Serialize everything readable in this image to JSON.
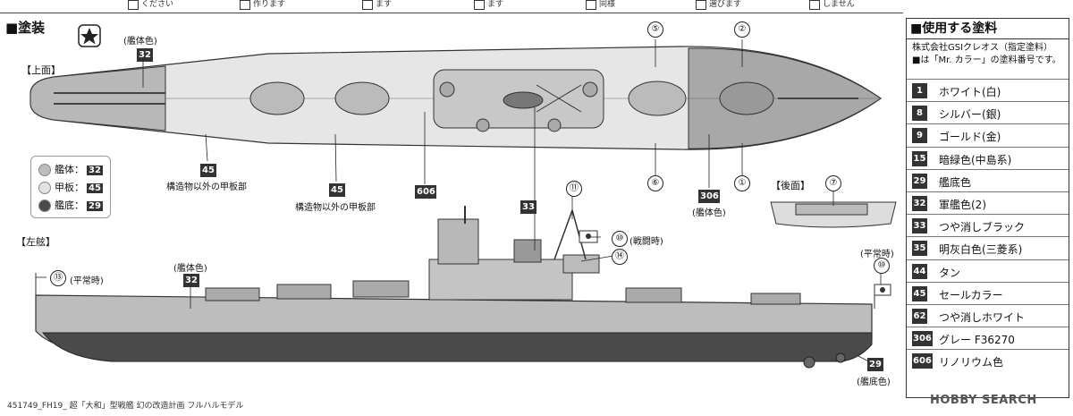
{
  "top_strip": [
    "ください",
    "作ります",
    "ます",
    "ます",
    "同様",
    "選びます",
    "しません"
  ],
  "section_title": "■塗装",
  "views": {
    "top": "【上面】",
    "rear": "【後面】",
    "port": "【左舷】"
  },
  "labels": {
    "hull_color": "(艦体色)",
    "hull_color_2": "(艦体色)",
    "hull_color_3": "(艦体色)",
    "deck_excl_1": "構造物以外の甲板部",
    "deck_excl_2": "構造物以外の甲板部",
    "wartime": "(戦闘時)",
    "peacetime_13": "(平常時)",
    "peacetime_10": "(平常時)",
    "bottom_color": "(艦底色)"
  },
  "codes": {
    "c32_top": "32",
    "c45_a": "45",
    "c45_b": "45",
    "c606": "606",
    "c33": "33",
    "c306": "306",
    "c32_port": "32",
    "c29": "29"
  },
  "circled": {
    "n5": "⑤",
    "n2": "②",
    "n6": "⑥",
    "n1": "①",
    "n7": "⑦",
    "n11": "⑪",
    "n10a": "⑩",
    "n14": "⑭",
    "n13": "⑬",
    "n10b": "⑩"
  },
  "legend": [
    {
      "label": "艦体：",
      "code": "32",
      "color": "#bdbdbd"
    },
    {
      "label": "甲板：",
      "code": "45",
      "color": "#e2e2e2"
    },
    {
      "label": "艦底：",
      "code": "29",
      "color": "#4a4a4a"
    }
  ],
  "paint_panel": {
    "title": "■使用する塗料",
    "maker": "株式会社GSIクレオス（指定塗料）",
    "note": "■は「Mr. カラー」の塗料番号です。",
    "paints": [
      {
        "code": "1",
        "name": "ホワイト(白)"
      },
      {
        "code": "8",
        "name": "シルバー(銀)"
      },
      {
        "code": "9",
        "name": "ゴールド(金)"
      },
      {
        "code": "15",
        "name": "暗緑色(中島系)"
      },
      {
        "code": "29",
        "name": "艦底色"
      },
      {
        "code": "32",
        "name": "軍艦色(2)"
      },
      {
        "code": "33",
        "name": "つや消しブラック"
      },
      {
        "code": "35",
        "name": "明灰白色(三菱系)"
      },
      {
        "code": "44",
        "name": "タン"
      },
      {
        "code": "45",
        "name": "セールカラー"
      },
      {
        "code": "62",
        "name": "つや消しホワイト"
      },
      {
        "code": "306",
        "name": "グレー F36270"
      },
      {
        "code": "606",
        "name": "リノリウム色"
      }
    ]
  },
  "footer": "451749_FH19_ 超「大和」型戦艦 幻の改造計画 フルハルモデル",
  "watermark": "HOBBY SEARCH"
}
